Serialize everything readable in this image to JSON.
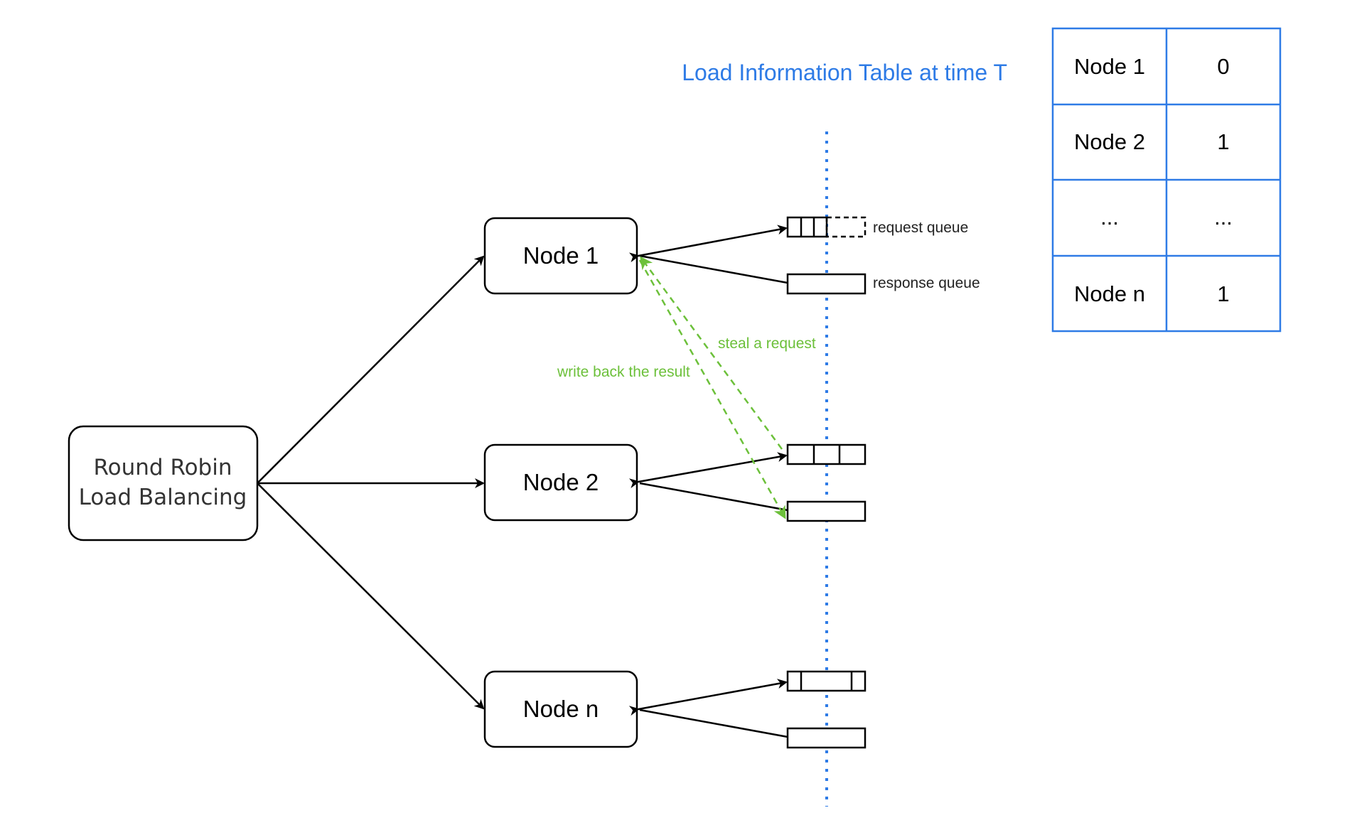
{
  "balancer": {
    "line1": "Round Robin",
    "line2": "Load Balancing"
  },
  "nodes": [
    {
      "label": "Node 1"
    },
    {
      "label": "Node 2"
    },
    {
      "label": "Node n"
    }
  ],
  "queues": {
    "request_label": "request queue",
    "response_label": "response queue"
  },
  "work_stealing": {
    "steal_label": "steal a request",
    "write_back_label": "write back the result"
  },
  "load_table": {
    "title": "Load Information Table at time T",
    "rows": [
      {
        "node": "Node 1",
        "load": "0"
      },
      {
        "node": "Node 2",
        "load": "1"
      },
      {
        "node": "...",
        "load": "..."
      },
      {
        "node": "Node n",
        "load": "1"
      }
    ]
  },
  "colors": {
    "divider": "#2e7be6",
    "table_border": "#2e7be6",
    "steal_arrow": "#6cc03a",
    "stroke": "#000000"
  }
}
